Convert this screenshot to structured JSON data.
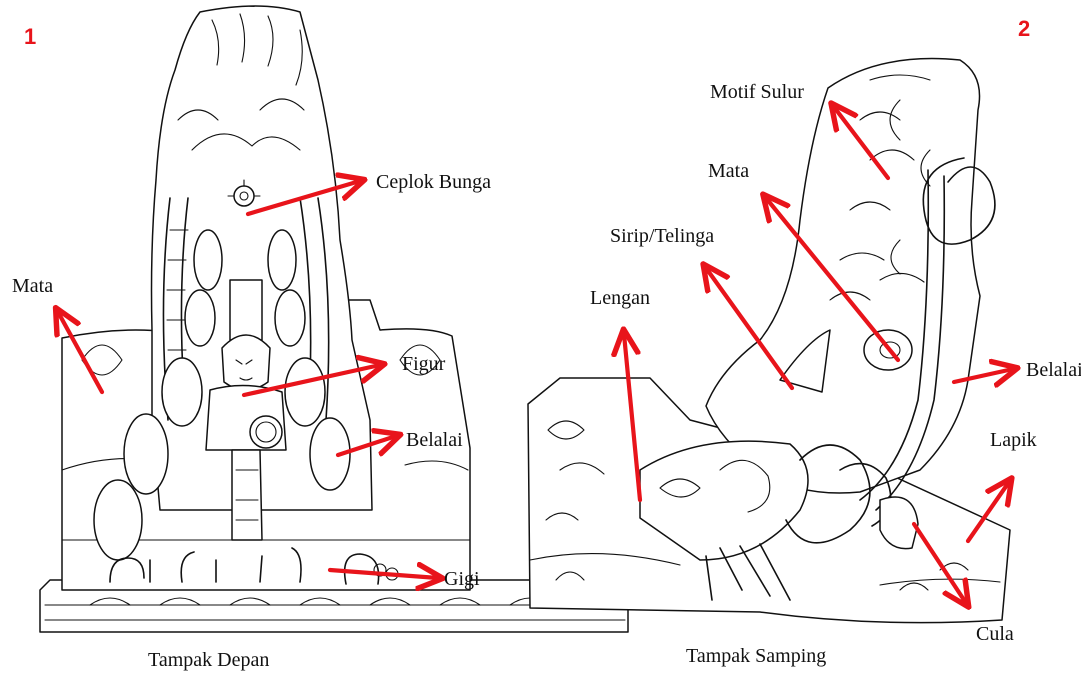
{
  "panels": [
    {
      "number": "1",
      "caption": "Tampak Depan",
      "labels": [
        "Ceplok Bunga",
        "Mata",
        "Figur",
        "Belalai",
        "Gigi"
      ]
    },
    {
      "number": "2",
      "caption": "Tampak Samping",
      "labels": [
        "Motif Sulur",
        "Mata",
        "Sirip/Telinga",
        "Lengan",
        "Belalai",
        "Lapik",
        "Cula"
      ]
    }
  ],
  "colors": {
    "arrow": "#e8141b",
    "number": "#e8141b",
    "ink": "#111111"
  }
}
